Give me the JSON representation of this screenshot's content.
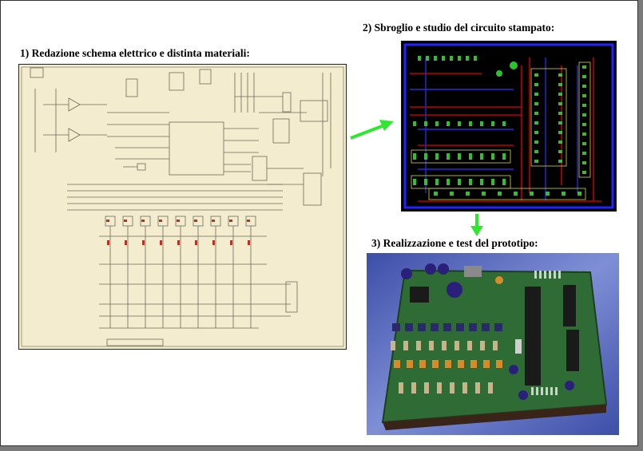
{
  "steps": {
    "step1": {
      "title": "1)  Redazione schema elettrico e distinta materiali:"
    },
    "step2": {
      "title": "2) Sbroglio e studio del circuito stampato:"
    },
    "step3": {
      "title": "3) Realizzazione e test del prototipo:"
    }
  },
  "colors": {
    "arrow": "#2ee82e",
    "schematic_background": "#f3eccf",
    "pcb_background": "#000000",
    "pcb_board_outline": "#2222ff",
    "board_green": "#2f6b34",
    "backdrop_blue": "#4b5db1"
  }
}
